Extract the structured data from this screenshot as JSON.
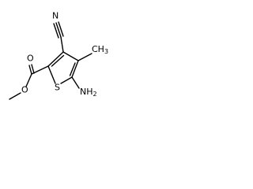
{
  "molecule": {
    "atoms": {
      "cyano_n": "N",
      "methyl": "CH",
      "methyl_sub": "3",
      "ester_o_double": "O",
      "ester_o_single": "O",
      "sulfur": "S",
      "amino": "NH",
      "amino_sub": "2"
    }
  }
}
